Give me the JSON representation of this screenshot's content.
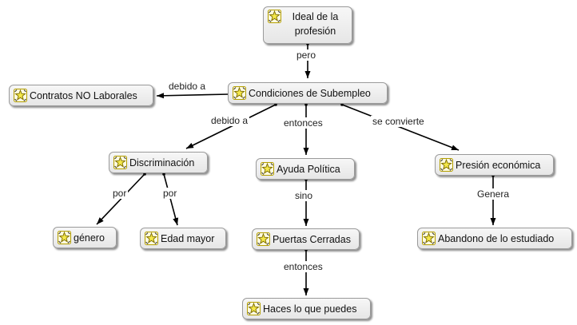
{
  "icon_name": "concept-resource-icon",
  "colors": {
    "node_fill": "#ececec",
    "node_border": "#9a9a9a",
    "edge": "#000000",
    "icon_fill": "#f4e84a"
  },
  "nodes": {
    "ideal": "Ideal de la profesión",
    "condiciones": "Condiciones de Subempleo",
    "contratos": "Contratos NO Laborales",
    "discriminacion": "Discriminación",
    "ayuda": "Ayuda Política",
    "presion": "Presión económica",
    "genero": "género",
    "edad": "Edad mayor",
    "puertas": "Puertas Cerradas",
    "abandono": "Abandono de lo estudiado",
    "haces": "Haces lo que puedes"
  },
  "links": {
    "pero": "pero",
    "debido_a_1": "debido a",
    "debido_a_2": "debido a",
    "entonces_1": "entonces",
    "se_convierte": "se convierte",
    "por_1": "por",
    "por_2": "por",
    "sino": "sino",
    "genera": "Genera",
    "entonces_2": "entonces"
  }
}
